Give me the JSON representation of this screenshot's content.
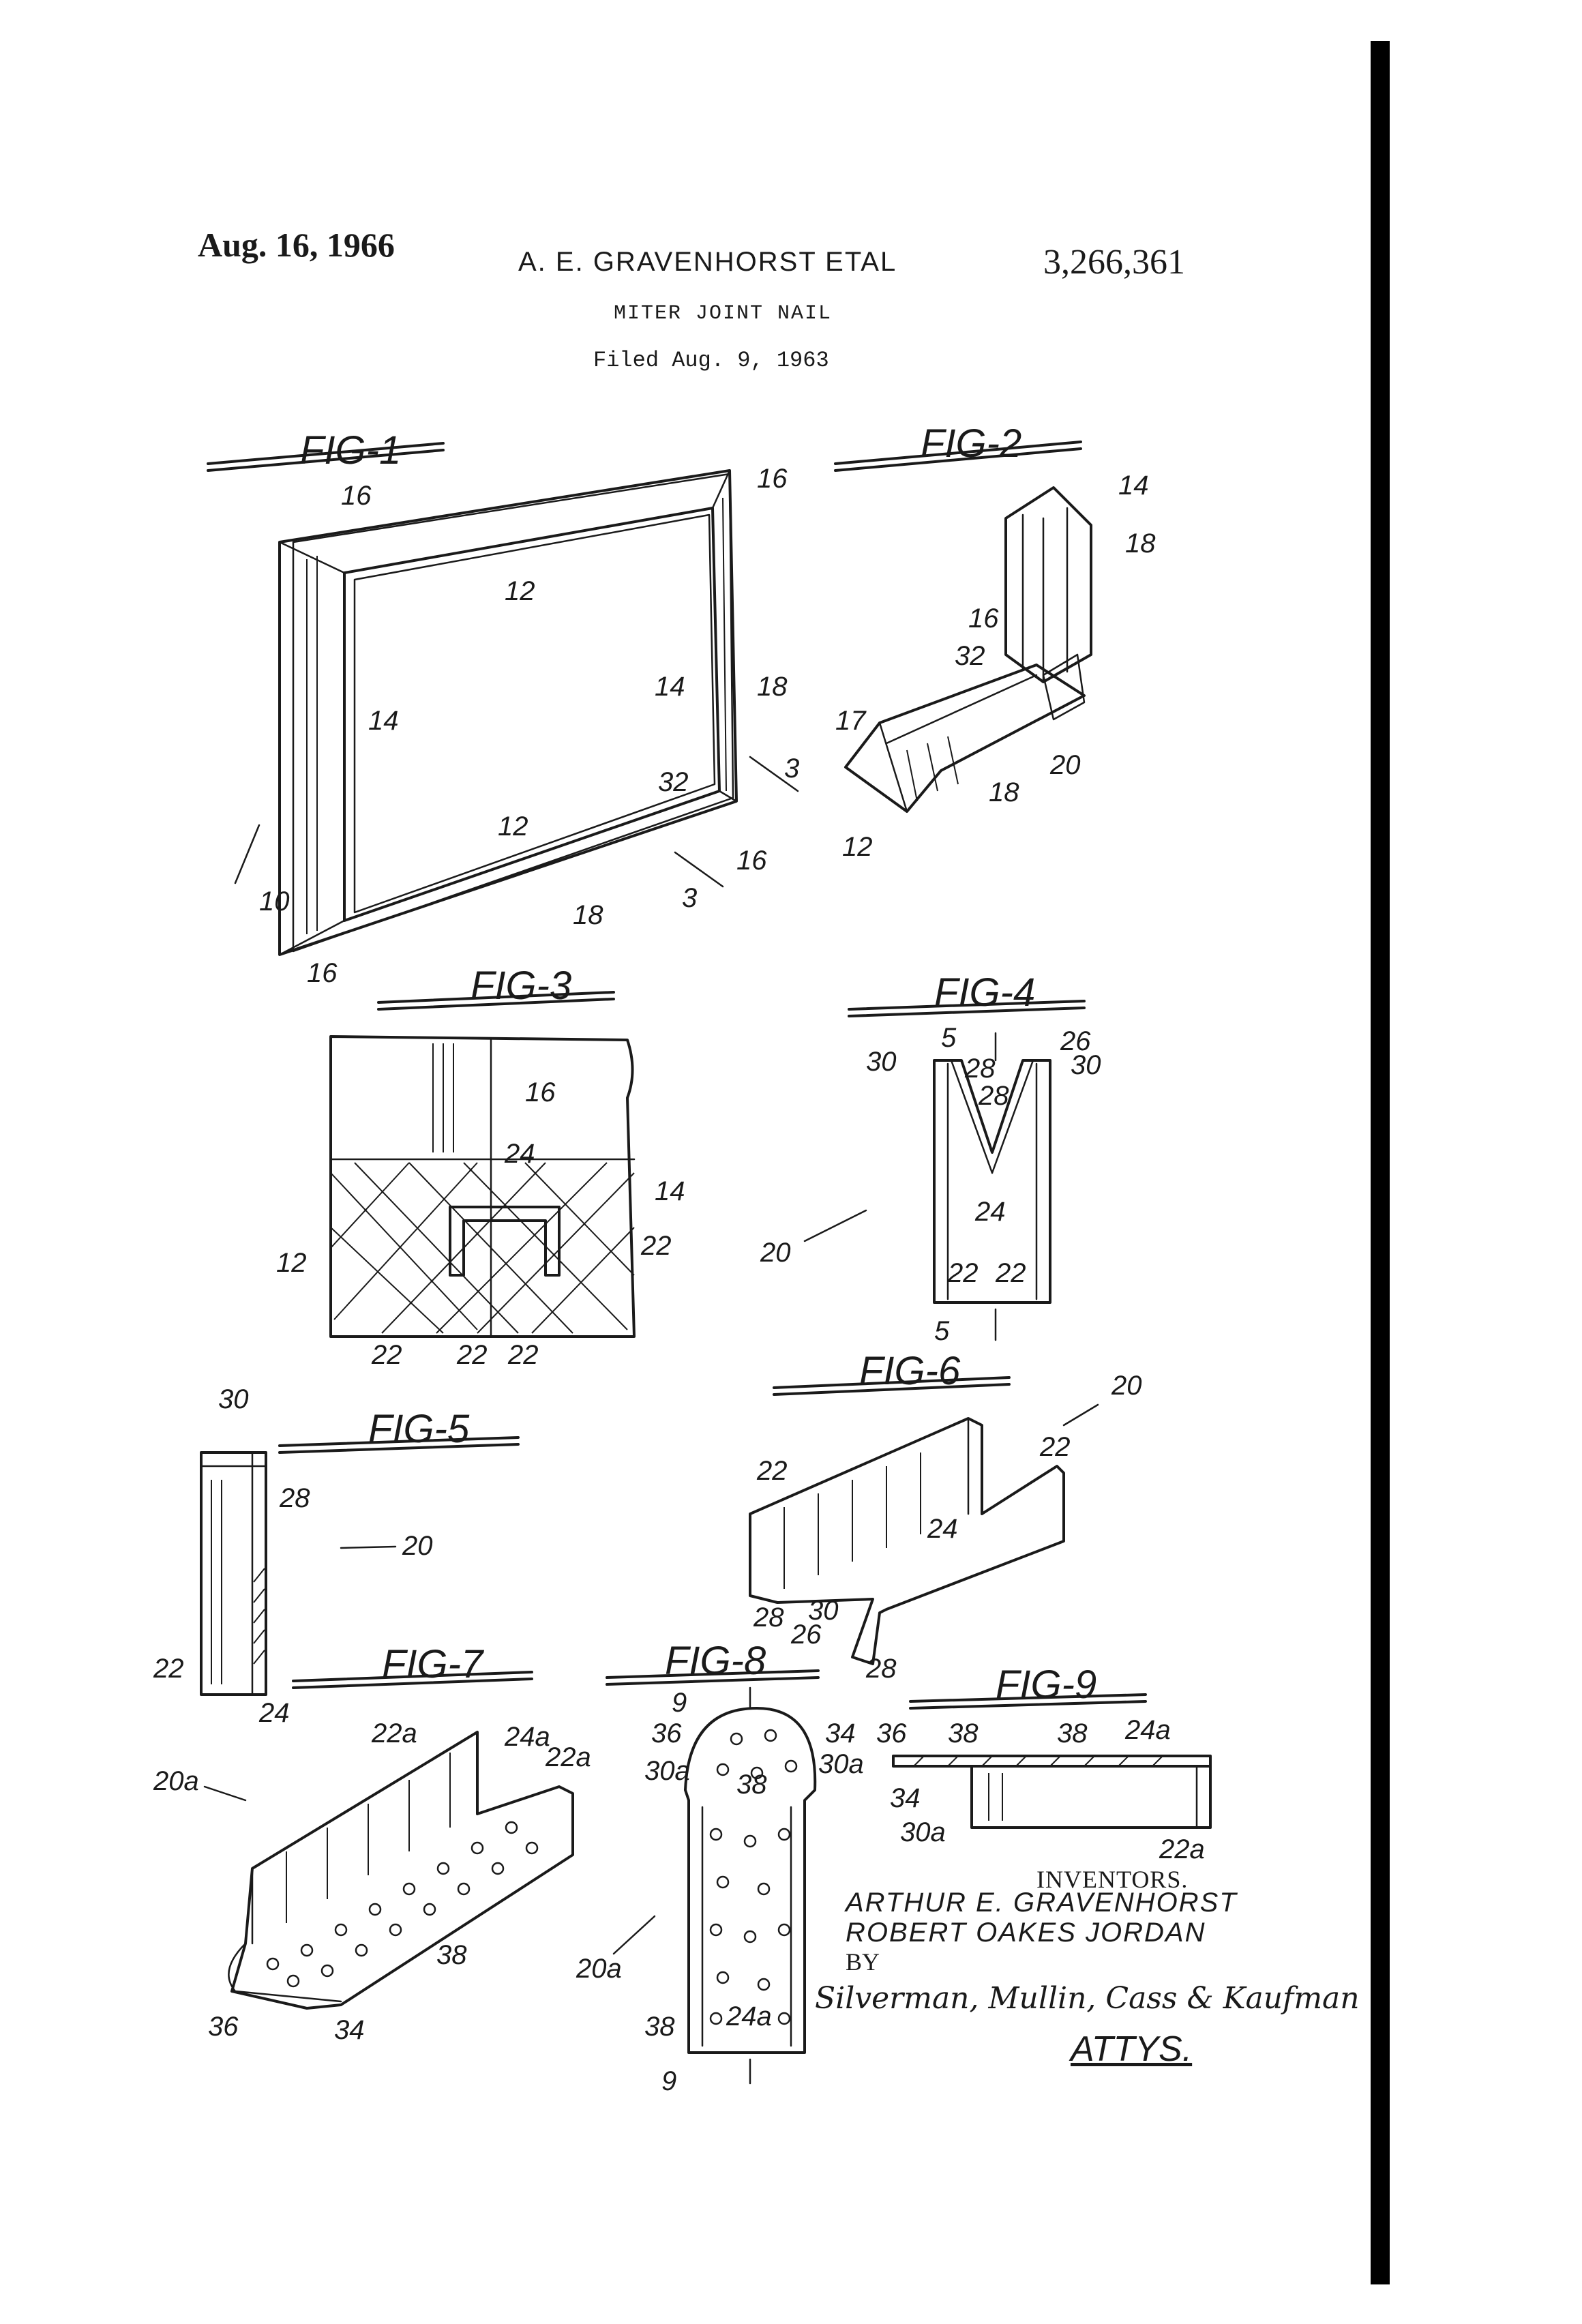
{
  "header": {
    "date": "Aug. 16, 1966",
    "inventors_short": "A. E. GRAVENHORST ETAL",
    "patent_number": "3,266,361",
    "title": "MITER JOINT NAIL",
    "filed": "Filed Aug. 9, 1963"
  },
  "figures": [
    {
      "id": "fig1",
      "label": "FIG-1"
    },
    {
      "id": "fig2",
      "label": "FIG-2"
    },
    {
      "id": "fig3",
      "label": "FIG-3"
    },
    {
      "id": "fig4",
      "label": "FIG-4"
    },
    {
      "id": "fig5",
      "label": "FIG-5"
    },
    {
      "id": "fig6",
      "label": "FIG-6"
    },
    {
      "id": "fig7",
      "label": "FIG-7"
    },
    {
      "id": "fig8",
      "label": "FIG-8"
    },
    {
      "id": "fig9",
      "label": "FIG-9"
    }
  ],
  "ref": {
    "r10": "10",
    "r12": "12",
    "r14": "14",
    "r16": "16",
    "r17": "17",
    "r18": "18",
    "r20": "20",
    "r22": "22",
    "r24": "24",
    "r26": "26",
    "r28": "28",
    "r30": "30",
    "r32": "32",
    "r34": "34",
    "r36": "36",
    "r38": "38",
    "r20a": "20a",
    "r22a": "22a",
    "r24a": "24a",
    "r30a": "30a",
    "s3": "3",
    "s5": "5",
    "s9": "9"
  },
  "inventors": {
    "heading": "INVENTORS.",
    "name1": "ARTHUR E. GRAVENHORST",
    "name2": "ROBERT OAKES JORDAN",
    "by": "BY",
    "signature": "Silverman, Mullin, Cass & Kaufman",
    "attys": "ATTYS."
  }
}
